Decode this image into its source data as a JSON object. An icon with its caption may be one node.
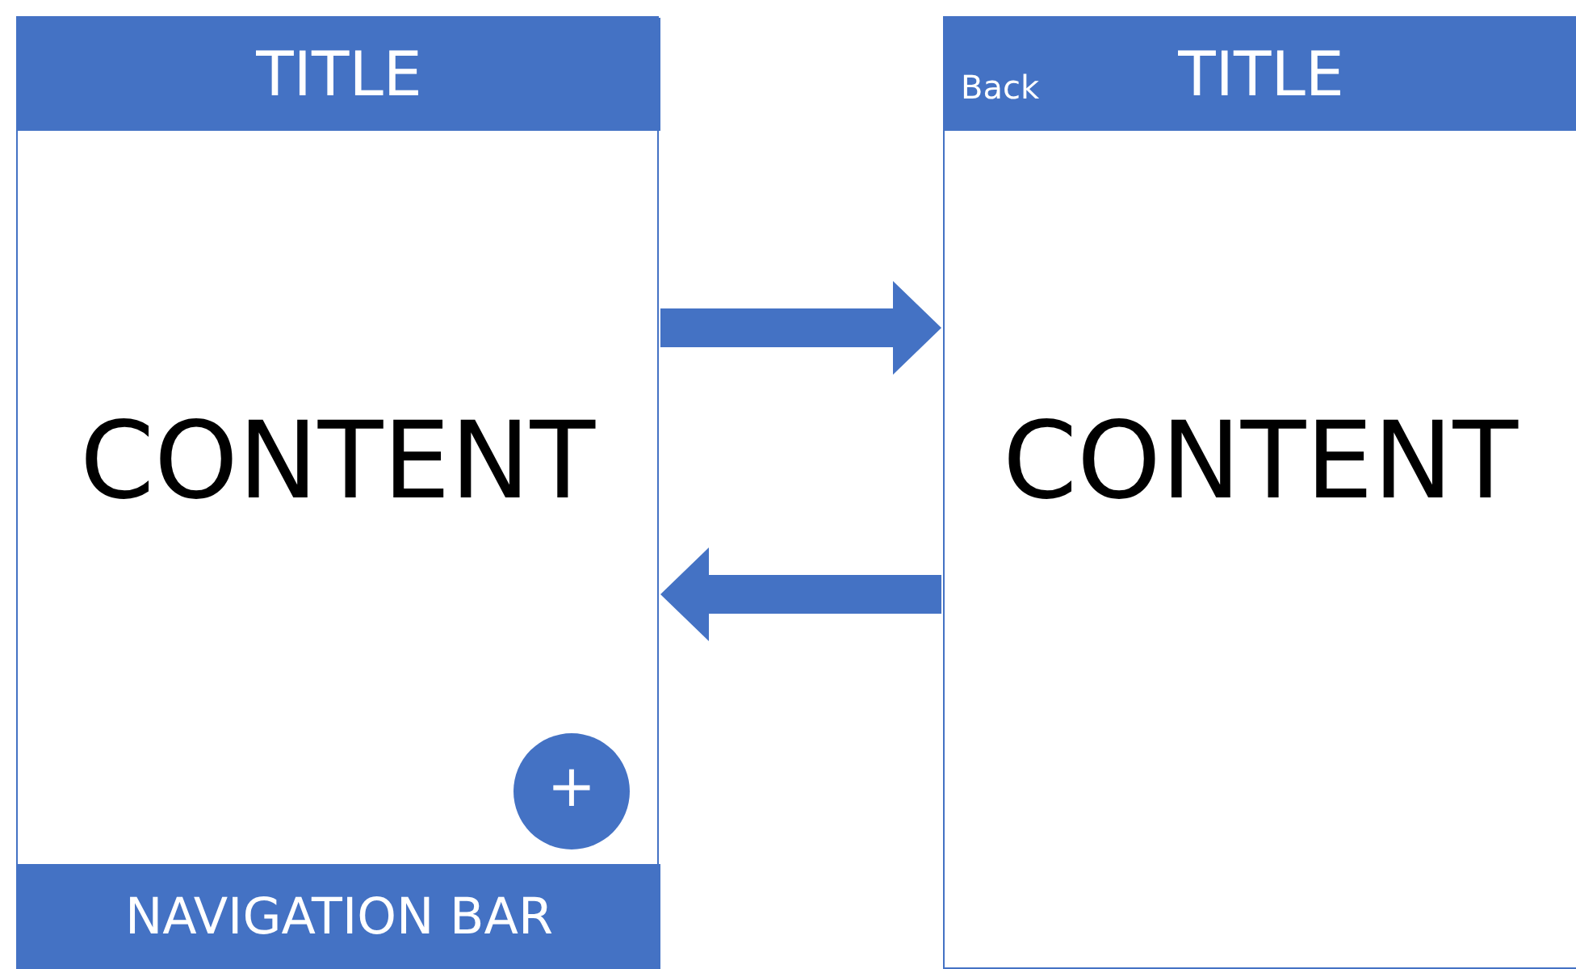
{
  "diagram": {
    "nodes": [
      {
        "text": [
          "CONTENT"
        ]
      },
      {
        "text": [
          "TITLE"
        ],
        "in": 0
      },
      {
        "text": [
          "+"
        ],
        "in": 0
      },
      {
        "text": [
          "NAVIGATION BAR"
        ],
        "in": 0
      },
      {
        "text": [
          "CONTENT"
        ]
      },
      {
        "text": [
          "Back",
          "TITLE"
        ],
        "in": 4
      }
    ],
    "edges": [
      {
        "from": 0,
        "to": 4,
        "arrow": "to"
      },
      {
        "from": 4,
        "to": 0,
        "arrow": "to"
      }
    ]
  }
}
